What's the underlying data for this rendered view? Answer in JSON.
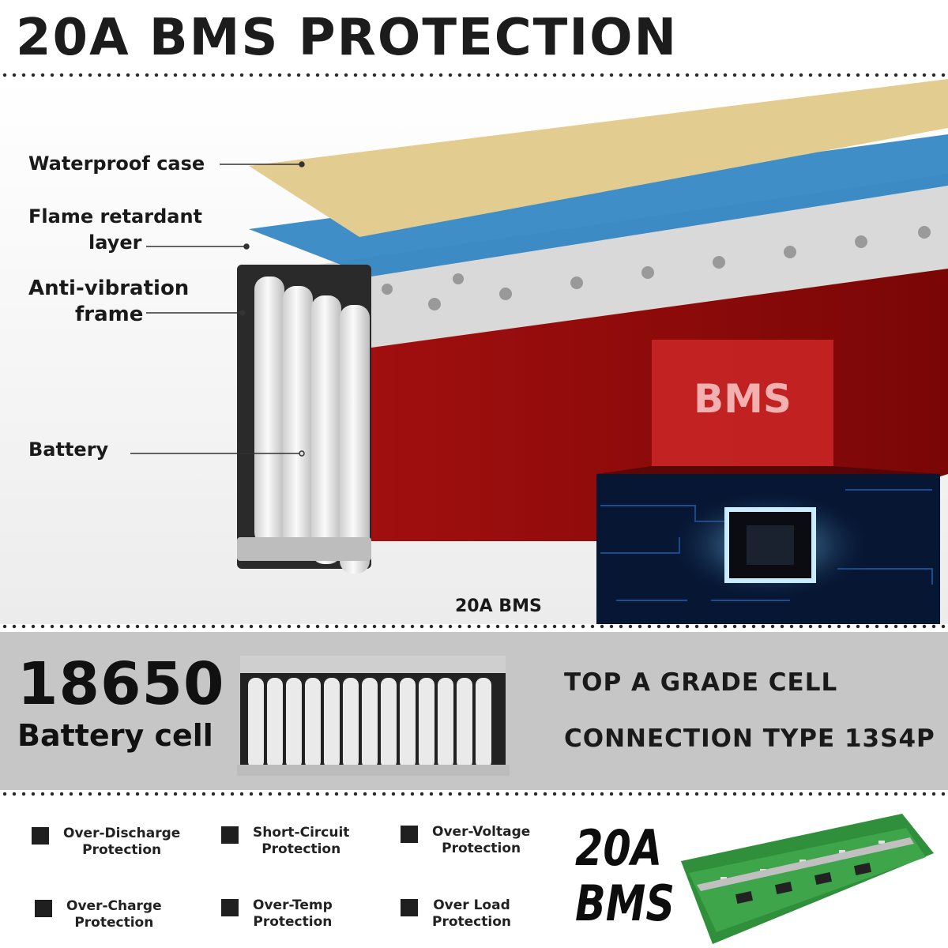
{
  "header": {
    "title": "20A BMS PROTECTION"
  },
  "diagram": {
    "labels": {
      "waterproof": "Waterproof case",
      "flame_1": "Flame retardant",
      "flame_2": "layer",
      "antivib_1": "Anti-vibration",
      "antivib_2": "frame",
      "battery": "Battery",
      "bms_panel": "BMS",
      "bms_caption": "20A BMS"
    },
    "colors": {
      "case": "#e3cc8f",
      "flame_layer": "#2f84c2",
      "bms_box": "#8c0a0a",
      "chip_glow": "#4fb3ff"
    }
  },
  "cell_band": {
    "big_number": "18650",
    "subtitle": "Battery cell",
    "spec_1": "TOP A GRADE  CELL",
    "spec_2": "CONNECTION TYPE 13S4P"
  },
  "features": [
    {
      "line1": "Over-Discharge",
      "line2": "Protection"
    },
    {
      "line1": "Short-Circuit",
      "line2": "Protection"
    },
    {
      "line1": "Over-Voltage",
      "line2": "Protection"
    },
    {
      "line1": "Over-Charge",
      "line2": "Protection"
    },
    {
      "line1": "Over-Temp",
      "line2": "Protection"
    },
    {
      "line1": "Over Load",
      "line2": "Protection"
    }
  ],
  "bms_badge": {
    "line1": "20A",
    "line2": "BMS"
  }
}
